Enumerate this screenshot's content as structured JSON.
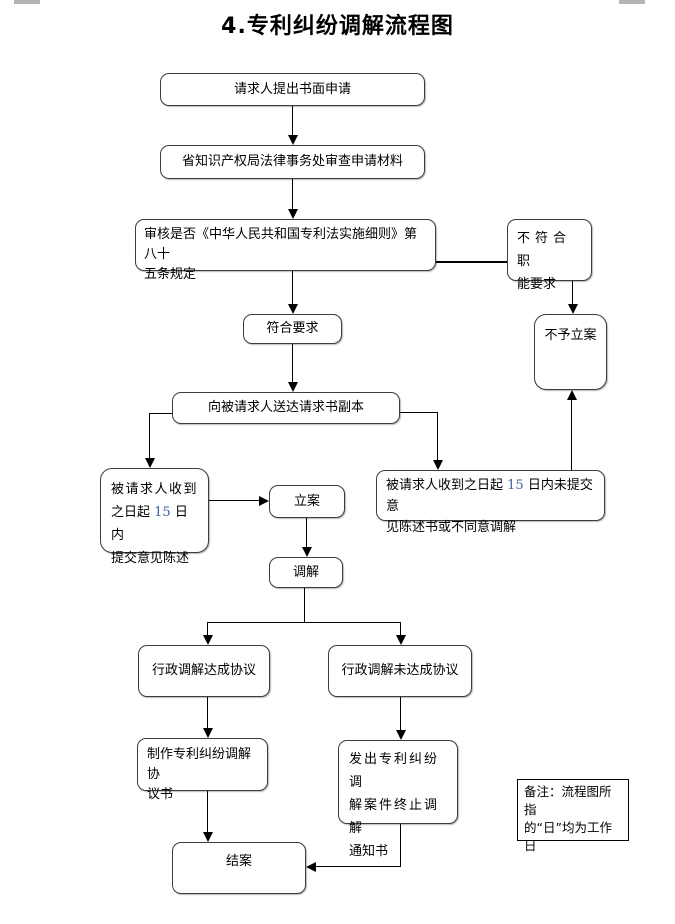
{
  "title": "4.专利纠纷调解流程图",
  "colors": {
    "line": "#000000",
    "box_border": "#3d3d3d",
    "number_accent": "#3a5fa0"
  },
  "nodes": {
    "apply": "请求人提出书面申请",
    "review": "省知识产权局法律事务处审查申请材料",
    "check": {
      "line1": "审核是否《中华人民共和国专利法实施细则》第八十",
      "line2": "五条规定"
    },
    "notmatch": {
      "line1": "不符合职",
      "line2": "能要求"
    },
    "nocase": "不予立案",
    "match": "符合要求",
    "deliver": "向被请求人送达请求书副本",
    "received": {
      "line1": "被请求人收到",
      "line2_pre": "之日起 ",
      "num": "15",
      "line2_post": " 日内",
      "line3": "提交意见陈述"
    },
    "filed": "立案",
    "notsubmit": {
      "line1_pre": "被请求人收到之日起 ",
      "num": "15",
      "line1_post": " 日内未提交意",
      "line2": "见陈述书或不同意调解"
    },
    "mediate": "调解",
    "agree": "行政调解达成协议",
    "disagree": "行政调解未达成协议",
    "makedoc": {
      "line1": "制作专利纠纷调解协",
      "line2": "议书"
    },
    "terminate": {
      "line1": "发出专利纠纷调",
      "line2": "解案件终止调解",
      "line3": "通知书"
    },
    "close": "结案",
    "note": {
      "line1": "备注：流程图所指",
      "line2": "的“日”均为工作",
      "line3": "日"
    }
  }
}
